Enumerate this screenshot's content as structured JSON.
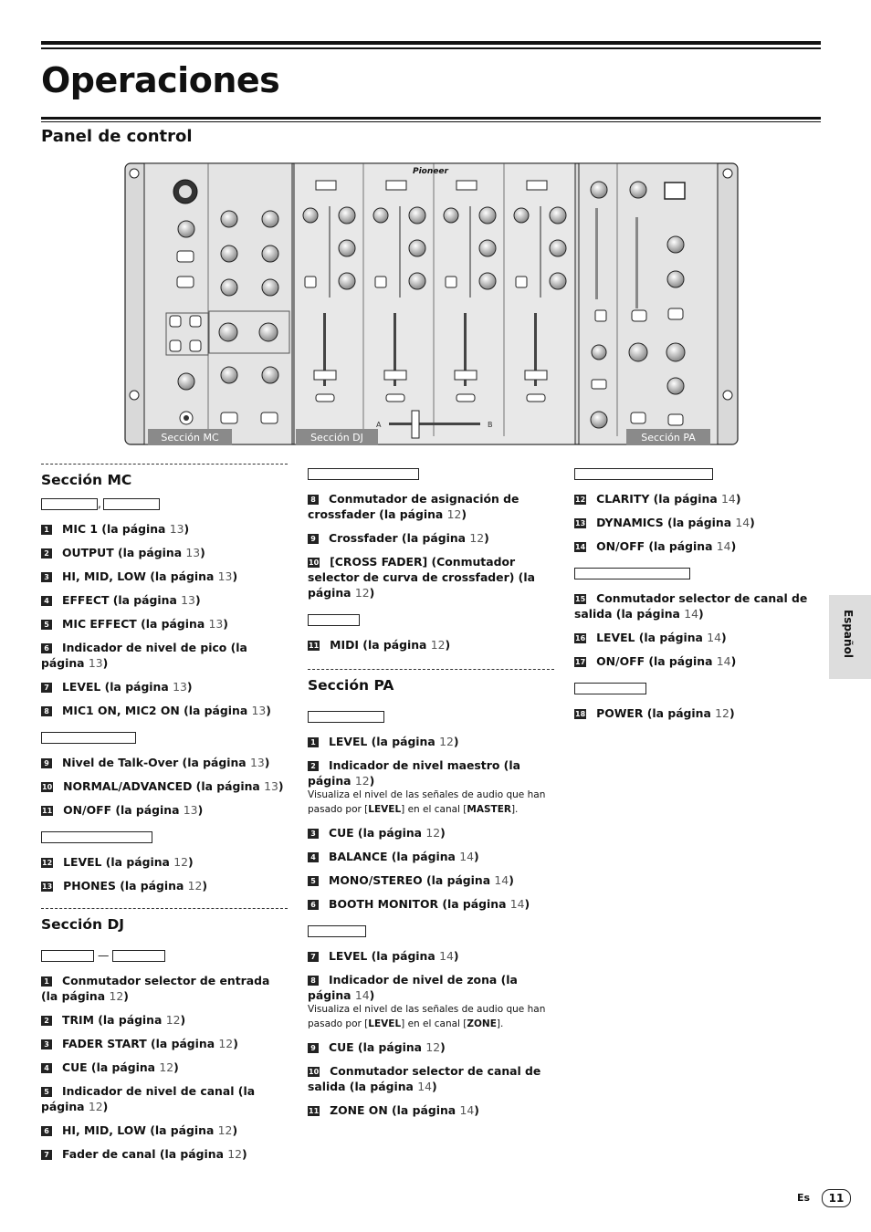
{
  "page": {
    "title": "Operaciones",
    "section": "Panel de control",
    "language": "Español",
    "footer_lang": "Es",
    "page_number": "11"
  },
  "panel": {
    "label_mc": "Sección MC",
    "label_dj": "Sección DJ",
    "label_pa": "Sección PA",
    "brand": "Pioneer",
    "crossfader_a": "A",
    "crossfader_b": "B"
  },
  "mc": {
    "heading": "Sección MC",
    "items": [
      {
        "n": "1",
        "label": "MIC 1 (la página ",
        "page": "13",
        "end": ")"
      },
      {
        "n": "2",
        "label": "OUTPUT (la página ",
        "page": "13",
        "end": ")"
      },
      {
        "n": "3",
        "label": "HI, MID, LOW (la página ",
        "page": "13",
        "end": ")"
      },
      {
        "n": "4",
        "label": "EFFECT (la página ",
        "page": "13",
        "end": ")"
      },
      {
        "n": "5",
        "label": "MIC EFFECT (la página ",
        "page": "13",
        "end": ")"
      },
      {
        "n": "6",
        "label": "Indicador de nivel de pico (la página ",
        "page": "13",
        "end": ")"
      },
      {
        "n": "7",
        "label": "LEVEL (la página ",
        "page": "13",
        "end": ")"
      },
      {
        "n": "8",
        "label": "MIC1 ON, MIC2 ON (la página ",
        "page": "13",
        "end": ")"
      }
    ],
    "items2": [
      {
        "n": "9",
        "label": "Nivel de Talk-Over (la página ",
        "page": "13",
        "end": ")"
      },
      {
        "n": "10",
        "label": "NORMAL/ADVANCED (la página ",
        "page": "13",
        "end": ")"
      },
      {
        "n": "11",
        "label": "ON/OFF (la página ",
        "page": "13",
        "end": ")"
      }
    ],
    "items3": [
      {
        "n": "12",
        "label": "LEVEL (la página ",
        "page": "12",
        "end": ")"
      },
      {
        "n": "13",
        "label": "PHONES (la página ",
        "page": "12",
        "end": ")"
      }
    ]
  },
  "dj": {
    "heading": "Sección DJ",
    "items": [
      {
        "n": "1",
        "label": "Conmutador selector de entrada (la página ",
        "page": "12",
        "end": ")"
      },
      {
        "n": "2",
        "label": "TRIM (la página ",
        "page": "12",
        "end": ")"
      },
      {
        "n": "3",
        "label": "FADER START (la página ",
        "page": "12",
        "end": ")"
      },
      {
        "n": "4",
        "label": "CUE (la página ",
        "page": "12",
        "end": ")"
      },
      {
        "n": "5",
        "label": "Indicador de nivel de canal (la página ",
        "page": "12",
        "end": ")"
      },
      {
        "n": "6",
        "label": "HI, MID, LOW (la página ",
        "page": "12",
        "end": ")"
      },
      {
        "n": "7",
        "label": "Fader de canal (la página ",
        "page": "12",
        "end": ")"
      }
    ],
    "items2": [
      {
        "n": "8",
        "label": "Conmutador de asignación de crossfader (la página ",
        "page": "12",
        "end": ")"
      },
      {
        "n": "9",
        "label": "Crossfader (la página ",
        "page": "12",
        "end": ")"
      },
      {
        "n": "10",
        "label": "[CROSS FADER] (Conmutador selector de curva de crossfader) (la página ",
        "page": "12",
        "end": ")"
      }
    ],
    "items3": [
      {
        "n": "11",
        "label": "MIDI (la página ",
        "page": "12",
        "end": ")"
      }
    ]
  },
  "pa": {
    "heading": "Sección PA",
    "items": [
      {
        "n": "1",
        "label": "LEVEL (la página ",
        "page": "12",
        "end": ")"
      },
      {
        "n": "2",
        "label": "Indicador de nivel maestro (la página ",
        "page": "12",
        "end": ")",
        "note_a": "Visualiza el nivel de las señales de audio que han pasado por [",
        "note_b": "LEVEL",
        "note_c": "] en el canal [",
        "note_d": "MASTER",
        "note_e": "]."
      },
      {
        "n": "3",
        "label": "CUE (la página ",
        "page": "12",
        "end": ")"
      },
      {
        "n": "4",
        "label": "BALANCE (la página ",
        "page": "14",
        "end": ")"
      },
      {
        "n": "5",
        "label": "MONO/STEREO (la página ",
        "page": "14",
        "end": ")"
      },
      {
        "n": "6",
        "label": "BOOTH MONITOR (la página ",
        "page": "14",
        "end": ")"
      }
    ],
    "items2": [
      {
        "n": "7",
        "label": "LEVEL (la página ",
        "page": "14",
        "end": ")"
      },
      {
        "n": "8",
        "label": "Indicador de nivel de zona (la página ",
        "page": "14",
        "end": ")",
        "note_a": "Visualiza el nivel de las señales de audio que han pasado por [",
        "note_b": "LEVEL",
        "note_c": "] en el canal [",
        "note_d": "ZONE",
        "note_e": "]."
      },
      {
        "n": "9",
        "label": "CUE (la página ",
        "page": "12",
        "end": ")"
      },
      {
        "n": "10",
        "label": "Conmutador selector de canal de salida (la página ",
        "page": "14",
        "end": ")"
      },
      {
        "n": "11",
        "label": "ZONE ON (la página ",
        "page": "14",
        "end": ")"
      }
    ],
    "items3": [
      {
        "n": "12",
        "label": "CLARITY (la página ",
        "page": "14",
        "end": ")"
      },
      {
        "n": "13",
        "label": "DYNAMICS (la página ",
        "page": "14",
        "end": ")"
      },
      {
        "n": "14",
        "label": "ON/OFF (la página ",
        "page": "14",
        "end": ")"
      }
    ],
    "items4": [
      {
        "n": "15",
        "label": "Conmutador selector de canal de salida (la página ",
        "page": "14",
        "end": ")"
      },
      {
        "n": "16",
        "label": "LEVEL (la página ",
        "page": "14",
        "end": ")"
      },
      {
        "n": "17",
        "label": "ON/OFF (la página ",
        "page": "14",
        "end": ")"
      }
    ],
    "items5": [
      {
        "n": "18",
        "label": "POWER (la página ",
        "page": "12",
        "end": ")"
      }
    ]
  }
}
